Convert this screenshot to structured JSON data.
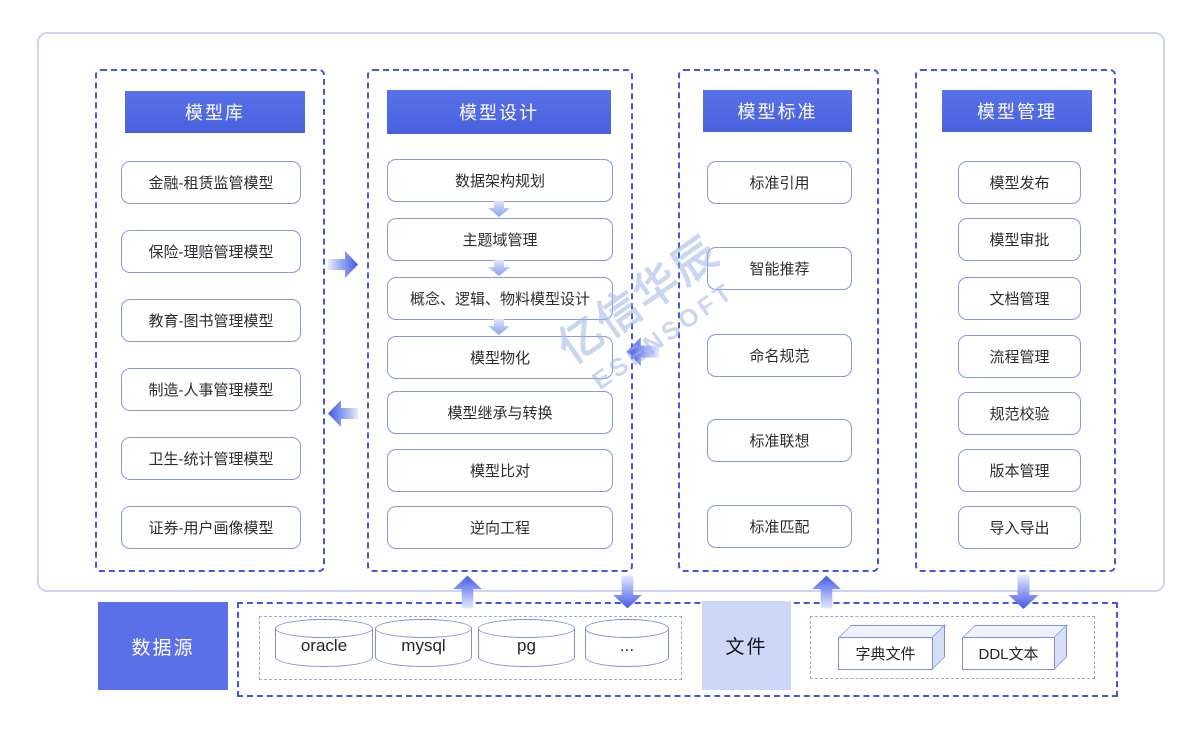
{
  "columns": [
    {
      "title": "模型库",
      "items": [
        "金融-租赁监管模型",
        "保险-理赔管理模型",
        "教育-图书管理模型",
        "制造-人事管理模型",
        "卫生-统计管理模型",
        "证券-用户画像模型"
      ]
    },
    {
      "title": "模型设计",
      "items": [
        "数据架构规划",
        "主题域管理",
        "概念、逻辑、物料模型设计",
        "模型物化",
        "模型继承与转换",
        "模型比对",
        "逆向工程"
      ]
    },
    {
      "title": "模型标准",
      "items": [
        "标准引用",
        "智能推荐",
        "命名规范",
        "标准联想",
        "标准匹配"
      ]
    },
    {
      "title": "模型管理",
      "items": [
        "模型发布",
        "模型审批",
        "文档管理",
        "流程管理",
        "规范校验",
        "版本管理",
        "导入导出"
      ]
    }
  ],
  "bottom": {
    "datasource_label": "数据源",
    "databases": [
      "oracle",
      "mysql",
      "pg",
      "..."
    ],
    "file_label": "文件",
    "file_items": [
      "字典文件",
      "DDL文本"
    ]
  },
  "watermark": {
    "line1": "亿信华辰",
    "line2": "ESENSOFT"
  },
  "colors": {
    "header_blue": "#4f66e2",
    "dashed_border": "#4157de",
    "item_border": "#8697ea",
    "frame_border": "#cdd3f4",
    "file_fill": "#cfd7f7",
    "arrow_dark": "#3f57e6",
    "arrow_light": "#e3eafc"
  }
}
